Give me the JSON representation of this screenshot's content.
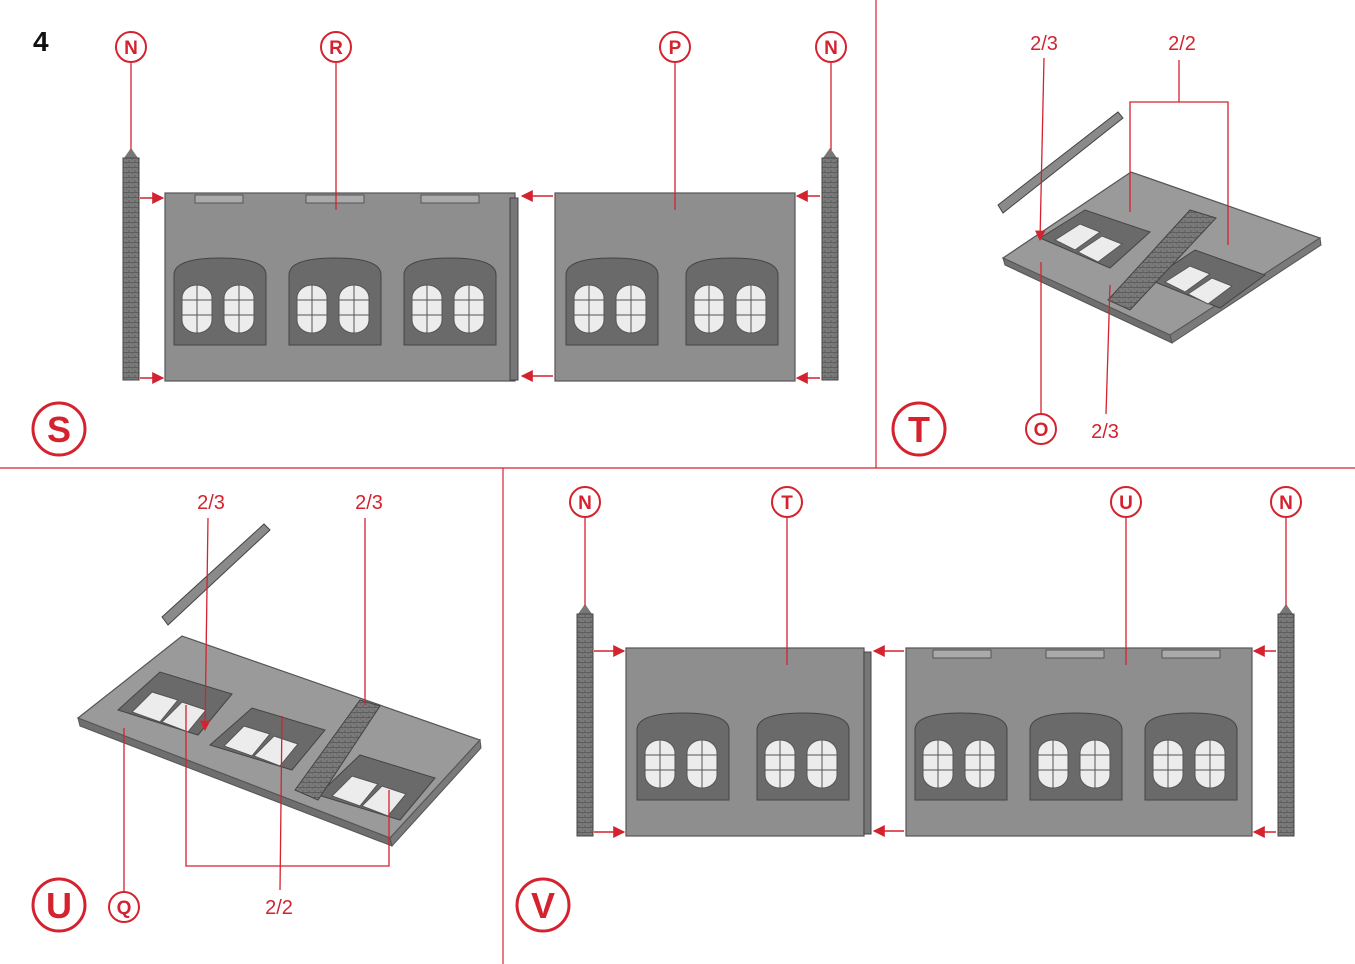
{
  "step_number": "4",
  "panels": {
    "S": {
      "label": "S",
      "callouts": {
        "left_pillar": "N",
        "left_wall": "R",
        "right_wall": "P",
        "right_pillar": "N"
      }
    },
    "T": {
      "label": "T",
      "callouts": {
        "top_left": "2/3",
        "top_right": "2/2",
        "bottom_circle": "O",
        "bottom_text": "2/3"
      }
    },
    "U": {
      "label": "U",
      "callouts": {
        "top_left": "2/3",
        "top_right": "2/3",
        "bottom_circle": "Q",
        "bottom_text": "2/2"
      }
    },
    "V": {
      "label": "V",
      "callouts": {
        "left_pillar": "N",
        "left_wall": "T",
        "right_wall": "U",
        "right_pillar": "N"
      }
    }
  },
  "colors": {
    "accent_red": "#d4232f",
    "wall_gray": "#8e8e8e",
    "wall_dark": "#6a6a6a",
    "frame_dark": "#555555",
    "glass": "#ececec"
  }
}
